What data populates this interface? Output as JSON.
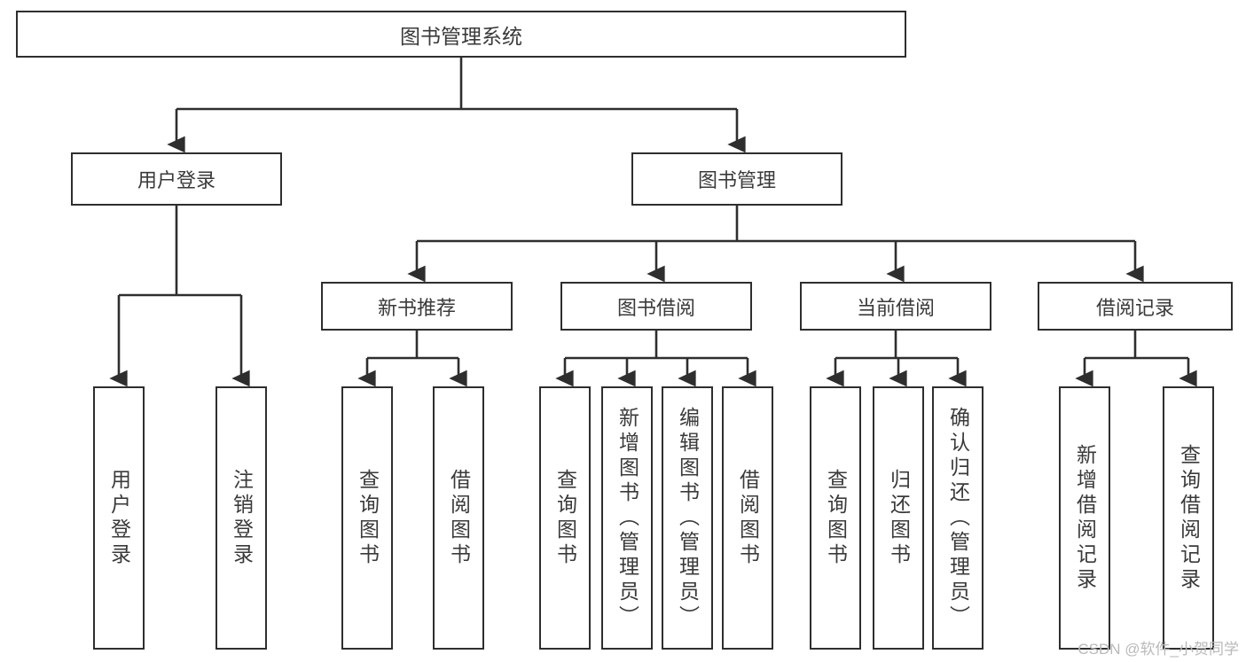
{
  "diagram": {
    "title": "图书管理系统",
    "type": "hierarchy-tree",
    "colors": {
      "box_border": "#2e2e2e",
      "box_fill": "#ffffff",
      "text": "#3a3a3a",
      "edge": "#2e2e2e",
      "watermark": "#b9b9b9"
    },
    "root": {
      "label": "图书管理系统"
    },
    "level2": [
      {
        "label": "用户登录"
      },
      {
        "label": "图书管理"
      }
    ],
    "level3": [
      {
        "label": "新书推荐"
      },
      {
        "label": "图书借阅"
      },
      {
        "label": "当前借阅"
      },
      {
        "label": "借阅记录"
      }
    ],
    "leaves": [
      {
        "label": "用户登录"
      },
      {
        "label": "注销登录"
      },
      {
        "label": "查询图书"
      },
      {
        "label": "借阅图书"
      },
      {
        "label": "查询图书"
      },
      {
        "label": "新增图书（管理员）"
      },
      {
        "label": "编辑图书（管理员）"
      },
      {
        "label": "借阅图书"
      },
      {
        "label": "查询图书"
      },
      {
        "label": "归还图书"
      },
      {
        "label": "确认归还（管理员）"
      },
      {
        "label": "新增借阅记录"
      },
      {
        "label": "查询借阅记录"
      }
    ]
  },
  "watermark": {
    "text": "CSDN @软件_小贺同学"
  }
}
